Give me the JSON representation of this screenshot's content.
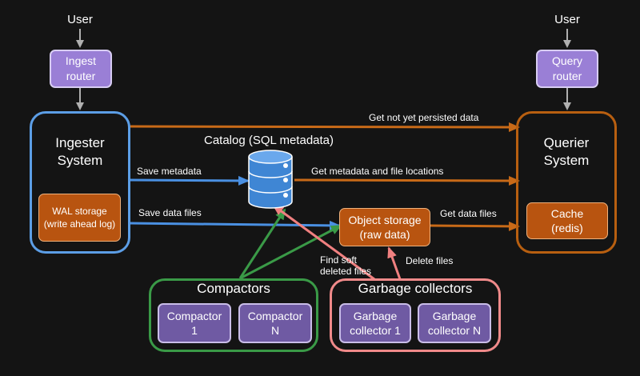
{
  "colors": {
    "background": "#141414",
    "ingester_border": "#5c9ee6",
    "querier_border": "#b85f10",
    "compactors_border": "#3a9a47",
    "garbage_border": "#f08a8a",
    "orange_arrow": "#c86a18",
    "blue_arrow": "#4a90e2",
    "green_arrow": "#3a9a47",
    "red_arrow": "#f08080",
    "gray_arrow": "#b0b0b0"
  },
  "left": {
    "user": "User",
    "router_line1": "Ingest",
    "router_line2": "router",
    "system_line1": "Ingester",
    "system_line2": "System",
    "wal_line1": "WAL storage",
    "wal_line2": "(write ahead log)"
  },
  "right": {
    "user": "User",
    "router_line1": "Query",
    "router_line2": "router",
    "system_line1": "Querier",
    "system_line2": "System",
    "cache_line1": "Cache",
    "cache_line2": "(redis)"
  },
  "catalog": {
    "title": "Catalog (SQL metadata)",
    "icon": "database-icon"
  },
  "object_storage": {
    "line1": "Object storage",
    "line2": "(raw data)"
  },
  "edge_labels": {
    "get_not_persisted": "Get not yet persisted data",
    "save_metadata": "Save metadata",
    "get_metadata": "Get metadata and file locations",
    "save_data_files": "Save data files",
    "get_data_files": "Get data files",
    "find_soft_line1": "Find soft",
    "find_soft_line2": "deleted files",
    "delete_files": "Delete files"
  },
  "compactors": {
    "title": "Compactors",
    "items": [
      {
        "line1": "Compactor",
        "line2": "1"
      },
      {
        "line1": "Compactor",
        "line2": "N"
      }
    ]
  },
  "garbage": {
    "title": "Garbage collectors",
    "items": [
      {
        "line1": "Garbage",
        "line2": "collector 1"
      },
      {
        "line1": "Garbage",
        "line2": "collector N"
      }
    ]
  }
}
